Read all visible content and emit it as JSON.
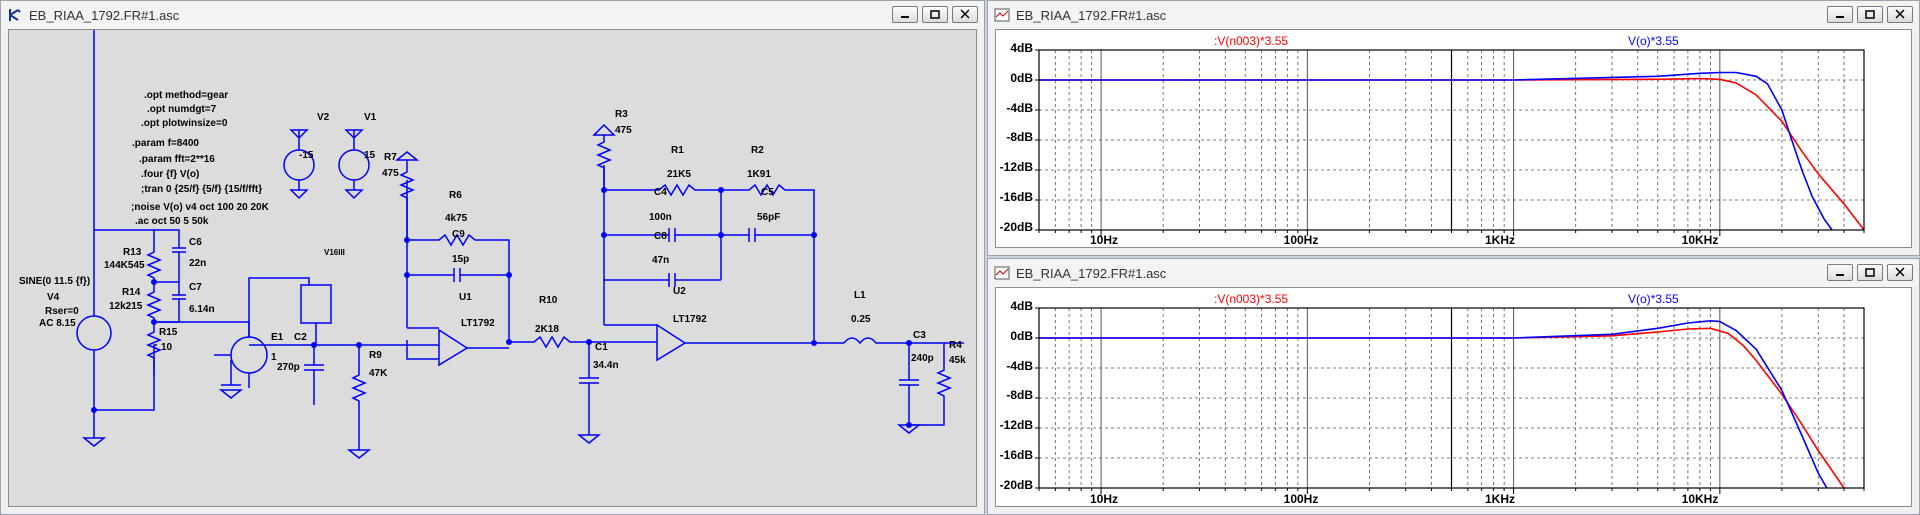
{
  "schematic_window": {
    "title": "EB_RIAA_1792.FR#1.asc",
    "directives": [
      ".opt method=gear",
      ".opt numdgt=7",
      ".opt plotwinsize=0",
      ".param f=8400",
      ".param fft=2**16",
      ".four {f} V(o)",
      ";tran 0 {25/f} {5/f} {15/f/fft}",
      ";noise V(o) v4 oct 100 20 20K",
      ".ac oct 50 5 50k"
    ],
    "components": {
      "v4_value": "SINE(0 11.5 {f})",
      "v4_name": "V4",
      "v4_rser": "Rser=0",
      "v4_ac": "AC 8.15",
      "r13": "R13",
      "r13_val": "144K545",
      "r14": "R14",
      "r14_val": "12k215",
      "r15": "R15",
      "r15_val": "10",
      "c6": "C6",
      "c6_val": "22n",
      "c7": "C7",
      "c7_val": "6.14n",
      "e1": "E1",
      "e1_val": "1",
      "v2": "V2",
      "v2_val": "-15",
      "v1": "V1",
      "v1_val": "15",
      "c2": "C2",
      "c2_val": "270p",
      "r9": "R9",
      "r9_val": "47K",
      "v16": "V16III",
      "r7": "R7",
      "r7_val": "475",
      "r6": "R6",
      "r6_val": "4k75",
      "c9": "C9",
      "c9_val": "15p",
      "u1": "U1",
      "u1_val": "LT1792",
      "r10": "R10",
      "r10_val": "2K18",
      "c1": "C1",
      "c1_val": "34.4n",
      "r3": "R3",
      "r3_val": "475",
      "r1": "R1",
      "r1_val": "21K5",
      "r2": "R2",
      "r2_val": "1K91",
      "c4": "C4",
      "c4_val": "100n",
      "c5": "C5",
      "c5_val": "56pF",
      "c8": "C8",
      "c8_val": "47n",
      "u2": "U2",
      "u2_val": "LT1792",
      "l1": "L1",
      "l1_val": "0.25",
      "c3": "C3",
      "c3_val": "240p",
      "r4": "R4",
      "r4_val": "45k"
    }
  },
  "plot_windows": [
    {
      "title": "EB_RIAA_1792.FR#1.asc",
      "trace1": ":V(n003)*3.55",
      "trace2": "V(o)*3.55",
      "y_labels": [
        "4dB",
        "0dB",
        "-4dB",
        "-8dB",
        "-12dB",
        "-16dB",
        "-20dB"
      ],
      "x_labels": [
        "10Hz",
        "100Hz",
        "1KHz",
        "10KHz"
      ]
    },
    {
      "title": "EB_RIAA_1792.FR#1.asc",
      "trace1": ":V(n003)*3.55",
      "trace2": "V(o)*3.55",
      "y_labels": [
        "4dB",
        "0dB",
        "-4dB",
        "-8dB",
        "-12dB",
        "-16dB",
        "-20dB"
      ],
      "x_labels": [
        "10Hz",
        "100Hz",
        "1KHz",
        "10KHz"
      ]
    }
  ],
  "chart_data": [
    {
      "type": "line",
      "xlabel": "",
      "ylabel": "",
      "xscale": "log",
      "xlim": [
        5,
        50000
      ],
      "ylim": [
        -20,
        4
      ],
      "series": [
        {
          "name": ":V(n003)*3.55",
          "color": "#ff0000",
          "x": [
            5,
            1000,
            5000,
            8000,
            10000,
            12000,
            15000,
            20000,
            25000,
            30000,
            40000,
            50000
          ],
          "y": [
            0,
            0,
            0.1,
            0.2,
            0.1,
            -0.4,
            -2,
            -5.5,
            -9.5,
            -12.5,
            -16.5,
            -20
          ]
        },
        {
          "name": "V(o)*3.55",
          "color": "#0000ff",
          "x": [
            5,
            1000,
            5000,
            8000,
            10000,
            12000,
            15000,
            17000,
            20000,
            22000,
            25000,
            28000,
            32000,
            35000
          ],
          "y": [
            0,
            0,
            0.5,
            0.9,
            1.0,
            1.0,
            0.5,
            -0.5,
            -4,
            -7.5,
            -12,
            -15.5,
            -18.5,
            -20
          ]
        }
      ]
    },
    {
      "type": "line",
      "xlabel": "",
      "ylabel": "",
      "xscale": "log",
      "xlim": [
        5,
        50000
      ],
      "ylim": [
        -20,
        4
      ],
      "series": [
        {
          "name": ":V(n003)*3.55",
          "color": "#ff0000",
          "x": [
            5,
            1000,
            3000,
            5000,
            7000,
            9000,
            11000,
            13000,
            15000,
            20000,
            25000,
            30000,
            40000
          ],
          "y": [
            0,
            0,
            0.3,
            0.8,
            1.2,
            1.3,
            0.6,
            -1,
            -3,
            -7.5,
            -11.5,
            -15,
            -20
          ]
        },
        {
          "name": "V(o)*3.55",
          "color": "#0000ff",
          "x": [
            5,
            1000,
            3000,
            5000,
            7000,
            9000,
            10000,
            12000,
            15000,
            20000,
            25000,
            30000,
            33000
          ],
          "y": [
            0,
            0,
            0.5,
            1.3,
            2.0,
            2.3,
            2.2,
            1.0,
            -1.5,
            -7,
            -13,
            -18,
            -20
          ]
        }
      ]
    }
  ]
}
